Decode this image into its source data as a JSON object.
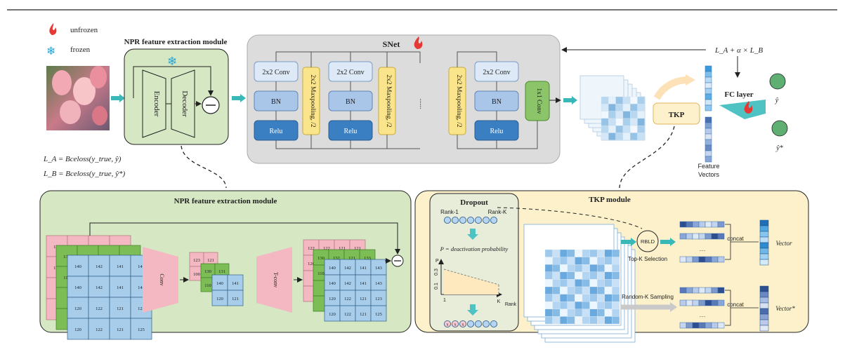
{
  "legend": {
    "unfrozen": "unfrozen",
    "frozen": "frozen"
  },
  "npr_top": {
    "title": "NPR feature extraction module",
    "encoder": "Encoder",
    "decoder": "Decoder"
  },
  "snet": {
    "title": "SNet",
    "conv": "2x2 Conv",
    "bn": "BN",
    "relu": "Relu",
    "maxpool": "2x2 Maxpooling, /2",
    "ellipsis": "......",
    "conv1x1": "1x1 Conv"
  },
  "loss": {
    "top": "L_A + α × L_B",
    "la": "L_A = Bceloss(y_true, ŷ)",
    "lb": "L_B = Bceloss(y_true, ŷ*)"
  },
  "tkp": {
    "label": "TKP"
  },
  "fc": {
    "label": "FC layer",
    "yhat": "ŷ",
    "ystar": "ŷ*"
  },
  "feature_vectors": {
    "line1": "Feature",
    "line2": "Vectors"
  },
  "npr_bottom": {
    "title": "NPR feature extraction module",
    "conv": "Conv",
    "tconv": "T-conv",
    "grid_big": [
      [
        "140",
        "142",
        "141",
        "143"
      ],
      [
        "140",
        "142",
        "141",
        "143"
      ],
      [
        "120",
        "122",
        "121",
        "123"
      ],
      [
        "120",
        "122",
        "121",
        "125"
      ]
    ],
    "grid_green_top": [
      "130",
      "132",
      "121",
      "133"
    ],
    "grid_pink_top": [
      "123",
      "121",
      "121",
      "123"
    ],
    "grid_side_pink": [
      "120",
      "100",
      "100"
    ],
    "grid_side_green": [
      "110",
      "110",
      "110"
    ],
    "grid_small": [
      [
        "140",
        "141"
      ],
      [
        "120",
        "121"
      ]
    ],
    "small_pink_top": [
      "123",
      "121"
    ],
    "small_green_top": [
      "130",
      "131"
    ],
    "small_side": [
      "100",
      "110"
    ],
    "grid_out_pink_top": [
      "122",
      "122",
      "121",
      "121"
    ],
    "grid_out_green_top": [
      "130",
      "132",
      "121",
      "133"
    ],
    "grid_out_side_pink": [
      "120",
      "100",
      "100"
    ],
    "grid_out_side_green": [
      "110",
      "110",
      "110"
    ]
  },
  "tkp_module": {
    "title": "TKP module",
    "dropout": "Dropout",
    "rank1": "Rank-1",
    "rankk": "Rank-K",
    "prob": "P = deactivation probability",
    "p_axis": "P",
    "p03": "0.3",
    "p01": "0.1",
    "x1": "1",
    "xk": "K",
    "rank_axis": "Rank",
    "rbld": "RBLD",
    "topk": "Top-K Selection",
    "randomk": "Random-K Sampling",
    "dots": "......",
    "concat": "concat",
    "vector": "Vector",
    "vector_star": "Vector*",
    "x_mark": "x"
  },
  "colors": {
    "green_panel": "#d5e8c3",
    "yellow_panel": "#fdf1cc",
    "gray_panel": "#dcdcdc",
    "accent": "#4fc3c3"
  }
}
